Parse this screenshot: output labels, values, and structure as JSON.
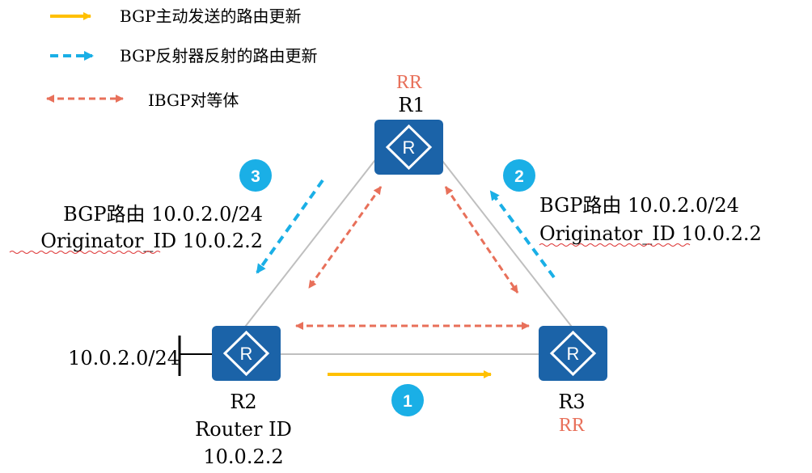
{
  "legend": {
    "active_update": "BGP主动发送的路由更新",
    "reflected_update": "BGP反射器反射的路由更新",
    "ibgp_peer": "IBGP对等体"
  },
  "routers": {
    "r1": {
      "name": "R1",
      "role": "RR"
    },
    "r2": {
      "name": "R2",
      "router_id_label": "Router ID",
      "router_id": "10.0.2.2"
    },
    "r3": {
      "name": "R3",
      "role": "RR"
    }
  },
  "router_icon_letter": "R",
  "network": "10.0.2.0/24",
  "annotations": {
    "left_route": "BGP路由 10.0.2.0/24",
    "left_originator": "Originator_ID 10.0.2.2",
    "right_route": "BGP路由 10.0.2.0/24",
    "right_originator": "Originator_ID 10.0.2.2"
  },
  "steps": [
    "1",
    "2",
    "3"
  ],
  "colors": {
    "active": "#FFC000",
    "reflected": "#1AAFE6",
    "peer": "#E8705A",
    "router": "#1B63A8",
    "link": "#BFBFBF",
    "rr_text": "#E8705A",
    "step_circle": "#1AAFE6"
  }
}
